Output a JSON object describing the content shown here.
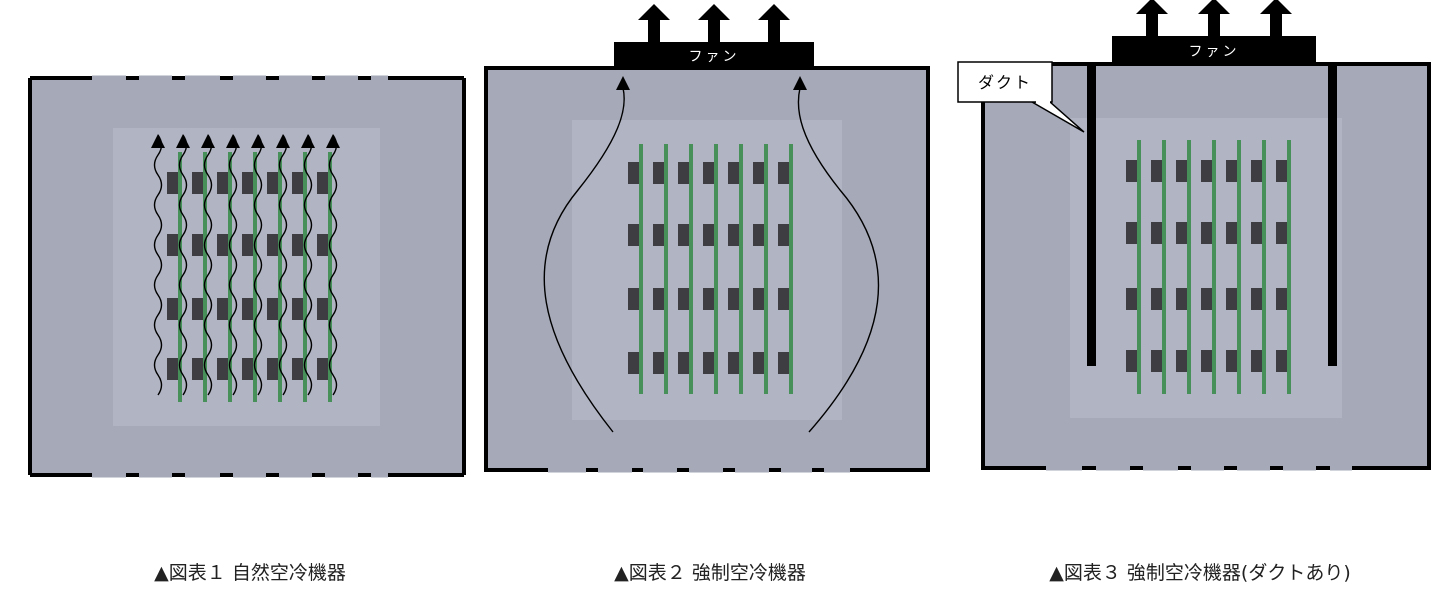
{
  "colors": {
    "housing_fill": "#a6a9b8",
    "board_zone_fill": "#b1b4c3",
    "board_green": "#47905a",
    "chip_dark": "#3d3d42",
    "outline_black": "#000000",
    "caption_text": "#222222"
  },
  "figures": [
    {
      "caption": "▲図表１ 自然空冷機器",
      "variant": "natural",
      "fan_label": "",
      "duct_label": ""
    },
    {
      "caption": "▲図表２ 強制空冷機器",
      "variant": "forced",
      "fan_label": "ファン",
      "duct_label": ""
    },
    {
      "caption": "▲図表３ 強制空冷機器(ダクトあり)",
      "variant": "ducted",
      "fan_label": "ファン",
      "duct_label": "ダクト"
    }
  ],
  "icons": [
    "up-arrow-icon",
    "wavy-airflow-icon",
    "airflow-arrow-icon"
  ]
}
